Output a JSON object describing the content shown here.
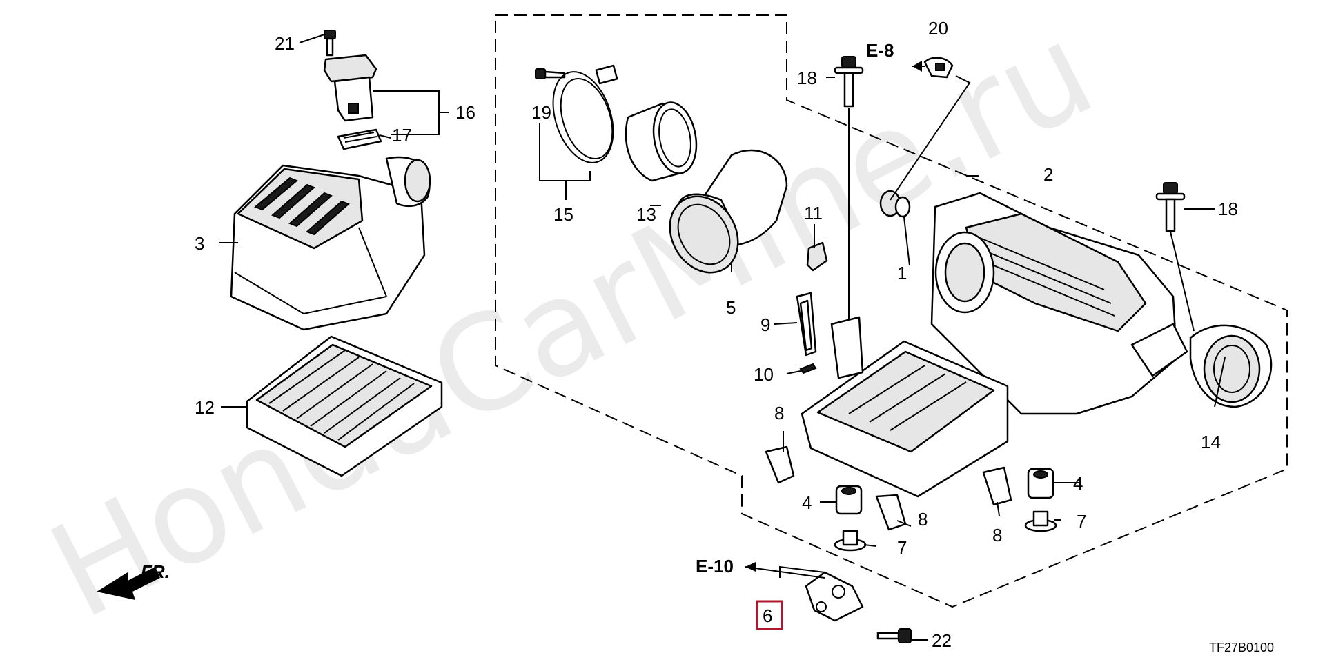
{
  "watermark": "HondaCarMine.ru",
  "diagram_code": "TF27B0100",
  "front_label": "FR.",
  "references": {
    "e8": "E-8",
    "e10": "E-10"
  },
  "callouts": {
    "p1": "1",
    "p2": "2",
    "p3": "3",
    "p4a": "4",
    "p4b": "4",
    "p5": "5",
    "p6": "6",
    "p7a": "7",
    "p7b": "7",
    "p8a": "8",
    "p8b": "8",
    "p8c": "8",
    "p9": "9",
    "p10": "10",
    "p11": "11",
    "p12": "12",
    "p13": "13",
    "p14": "14",
    "p15": "15",
    "p16": "16",
    "p17": "17",
    "p18a": "18",
    "p18b": "18",
    "p19": "19",
    "p20": "20",
    "p21": "21",
    "p22": "22"
  },
  "colors": {
    "highlight_box": "#b0182e",
    "line": "#000000",
    "watermark": "#dcdcdc"
  }
}
